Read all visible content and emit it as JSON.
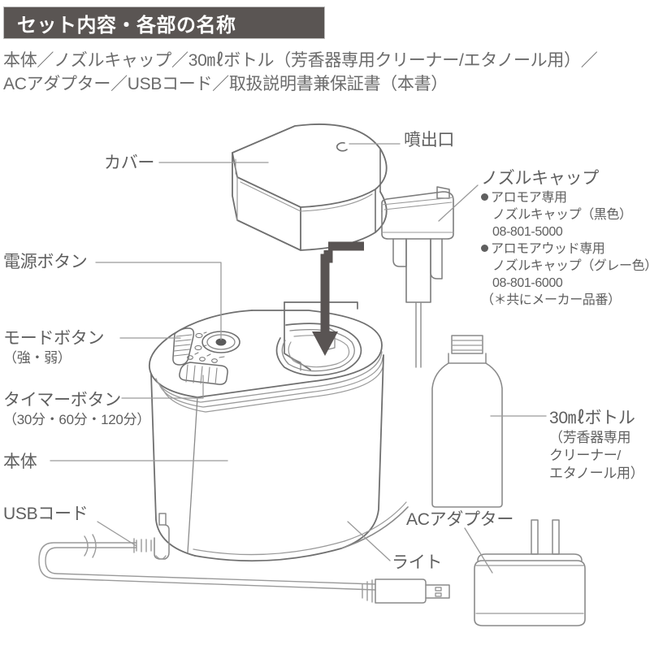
{
  "header": {
    "title": "セット内容・各部の名称",
    "bar_color": "#5a5553",
    "text_color": "#ffffff"
  },
  "intro": {
    "line1": "本体／ノズルキャップ／30㎖ボトル（芳香器専用クリーナー/エタノール用）／",
    "line2": "ACアダプター／USBコード／取扱説明書兼保証書（本書）"
  },
  "labels": {
    "cover": "カバー",
    "power_button": "電源ボタン",
    "mode_button": "モードボタン",
    "mode_button_sub": "（強・弱）",
    "timer_button": "タイマーボタン",
    "timer_button_sub": "（30分・60分・120分）",
    "body": "本体",
    "usb_cord": "USBコード",
    "spray_outlet": "噴出口",
    "light": "ライト",
    "ac_adapter": "ACアダプター",
    "bottle": {
      "title": "30㎖ボトル",
      "sub1": "（芳香器専用",
      "sub2": "クリーナー/",
      "sub3": "エタノール用）"
    },
    "nozzle_cap": {
      "title": "ノズルキャップ",
      "item1_line1": "アロモア専用",
      "item1_line2": "ノズルキャップ（黒色）",
      "item1_code": "08-801-5000",
      "item2_line1": "アロモアウッド専用",
      "item2_line2": "ノズルキャップ（グレー色）",
      "item2_code": "08-801-6000",
      "note": "（＊共にメーカー品番）"
    }
  },
  "diagram": {
    "line_color": "#8a8a8a",
    "dark_line_color": "#5a5a5a",
    "arrow_color": "#595453",
    "leader_color": "#9a9a9a",
    "parts": [
      "cover",
      "nozzle-cap",
      "main-unit",
      "control-panel",
      "bottle",
      "usb-cable",
      "ac-adapter"
    ],
    "arrow_direction": "down",
    "arrow_meaning": "insert-nozzle-cap-into-unit"
  }
}
